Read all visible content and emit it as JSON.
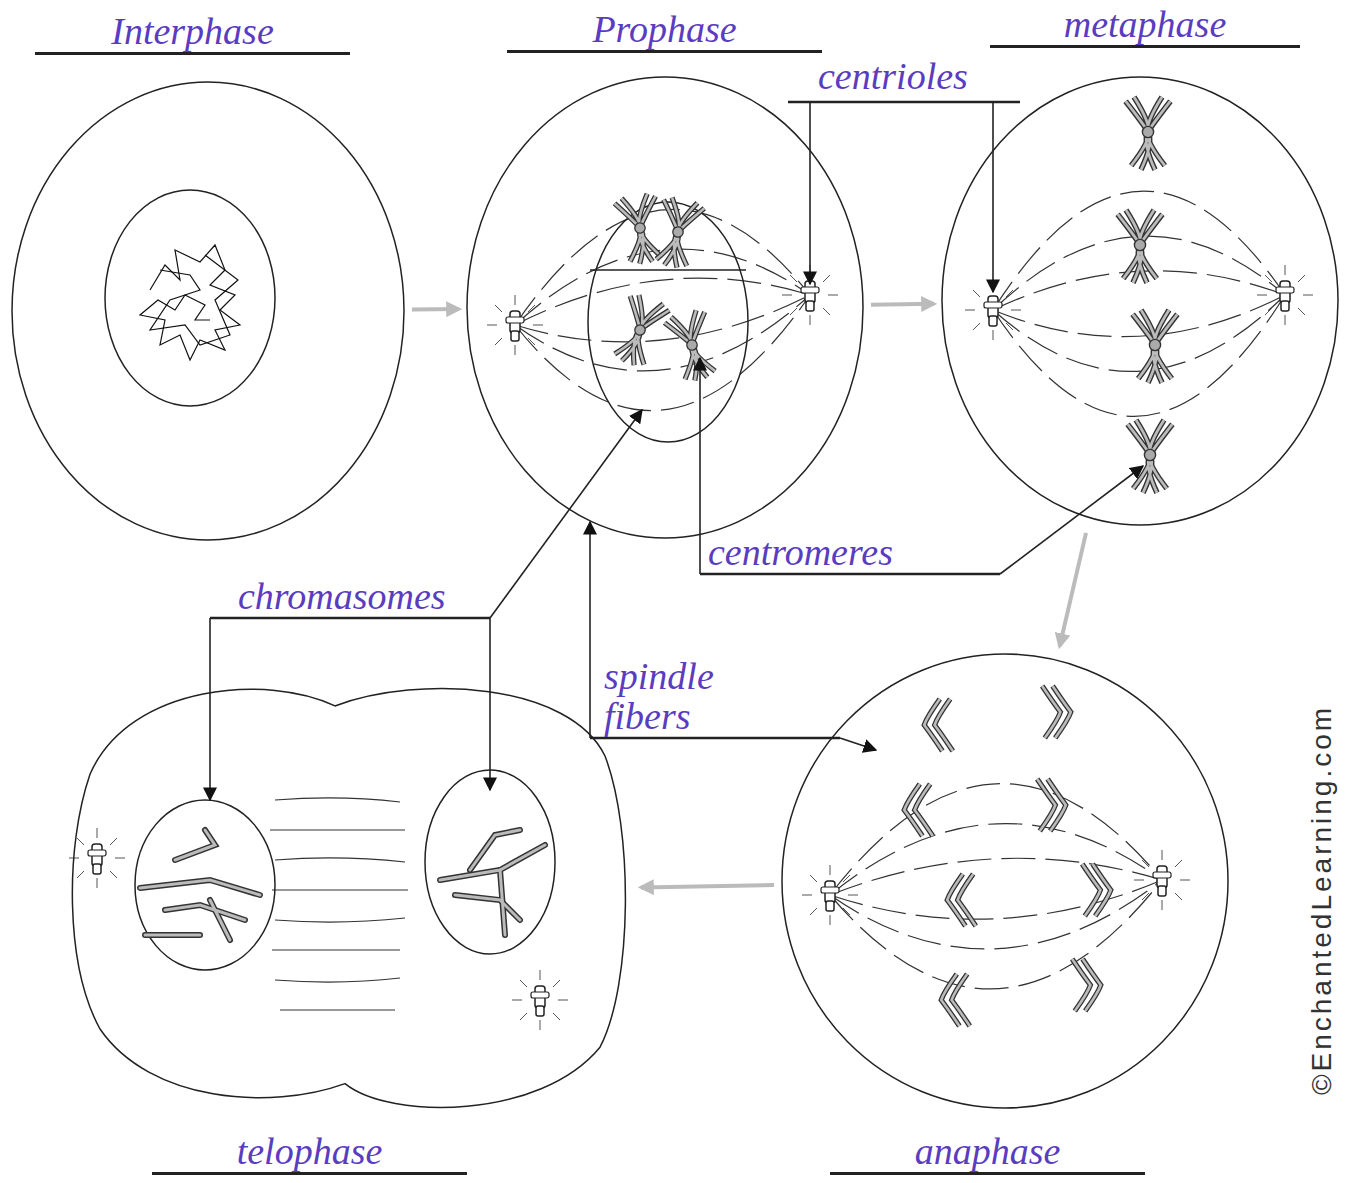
{
  "diagram": {
    "nodes": [
      {
        "text": [
          "Interphase"
        ]
      },
      {
        "text": [
          "Prophase"
        ]
      },
      {
        "text": [
          "metaphase"
        ]
      },
      {
        "text": [
          "telophase"
        ]
      },
      {
        "text": [
          "anaphase"
        ]
      }
    ],
    "edges": [
      {
        "from": 0,
        "to": 1,
        "arrow": "to"
      },
      {
        "from": 1,
        "to": 2,
        "arrow": "to"
      },
      {
        "from": 2,
        "to": 4,
        "arrow": "to"
      },
      {
        "from": 4,
        "to": 3,
        "arrow": "to"
      }
    ],
    "labels": [
      "centrioles",
      "centromeres",
      "chromasomes",
      "spindle fibers",
      "©EnchantedLearning.com"
    ]
  }
}
